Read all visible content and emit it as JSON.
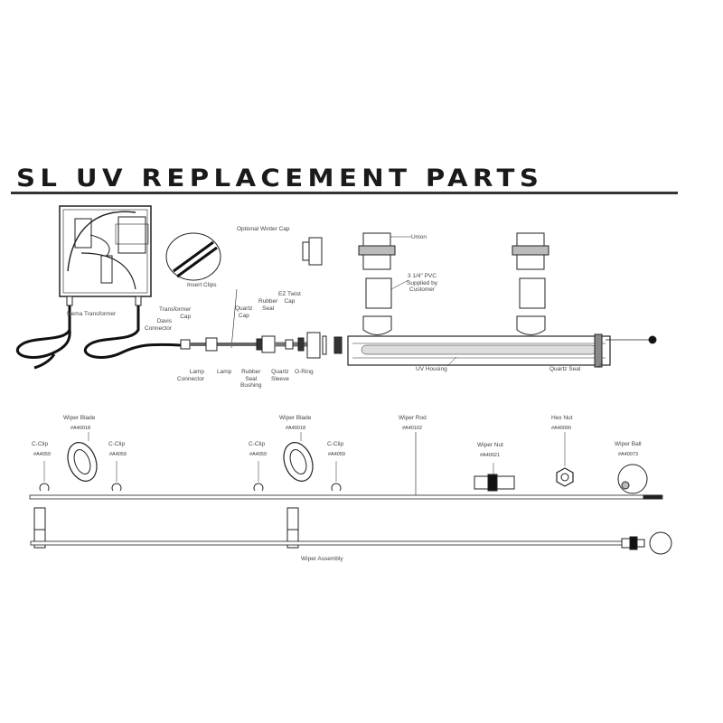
{
  "title": "SL UV REPLACEMENT PARTS",
  "upper_assembly": {
    "transformer": "Nema Transformer",
    "optional_winter_cap": "Optional Winter Cap",
    "insert_clips": "Insert Clips",
    "transformer_cap": [
      "Transformer",
      "Cap"
    ],
    "davis_connector": [
      "Davis",
      "Connector"
    ],
    "lamp_connector": [
      "Lamp",
      "Connector"
    ],
    "lamp": "Lamp",
    "quartz_cap": [
      "Quartz",
      "Cap"
    ],
    "rubber_seal": [
      "Rubber",
      "Seal"
    ],
    "rubber_seal_bushing": [
      "Rubber",
      "Seal",
      "Bushing"
    ],
    "ez_twist_cap": [
      "EZ Twist",
      "Cap"
    ],
    "quartz_sleeve": [
      "Quartz",
      "Sleeve"
    ],
    "o_ring": "O-Ring",
    "union": "Union",
    "pvc": [
      "3 1/4\" PVC",
      "Supplied by",
      "Customer"
    ],
    "uv_housing": "UV Housing",
    "quartz_seal": "Quartz Seal"
  },
  "parts": [
    {
      "name": "C-Clip",
      "number": "#A4059"
    },
    {
      "name": "Wiper Blade",
      "number": "#A40018"
    },
    {
      "name": "C-Clip",
      "number": "#A4059"
    },
    {
      "name": "C-Clip",
      "number": "#A4059"
    },
    {
      "name": "Wiper Blade",
      "number": "#A40018"
    },
    {
      "name": "C-Clip",
      "number": "#A4059"
    },
    {
      "name": "Wiper Rod",
      "number": "#A40102"
    },
    {
      "name": "Wiper Nut",
      "number": "#A40021"
    },
    {
      "name": "Hex Nut",
      "number": "#A40090"
    },
    {
      "name": "Wiper Ball",
      "number": "#A40073"
    }
  ],
  "wiper_assembly": "Wiper Assembly",
  "colors": {
    "ink": "#222222",
    "fill": "#ffffff",
    "grey": "#cfcfcf"
  }
}
